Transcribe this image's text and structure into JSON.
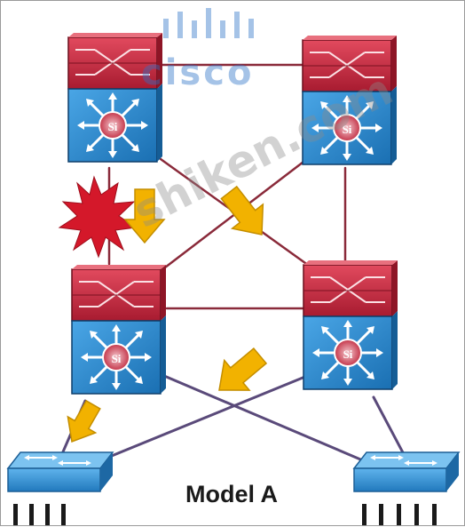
{
  "figure": {
    "caption": "Model A"
  },
  "watermarks": {
    "logo_text": "cisco",
    "site_text": "shiken.com"
  },
  "nodes": [
    {
      "id": "dist-left",
      "type": "multilayer-switch",
      "label": "Si"
    },
    {
      "id": "dist-right",
      "type": "multilayer-switch",
      "label": "Si"
    },
    {
      "id": "access-left",
      "type": "multilayer-switch",
      "label": "Si"
    },
    {
      "id": "access-right",
      "type": "multilayer-switch",
      "label": "Si"
    },
    {
      "id": "edge-left",
      "type": "workgroup-switch"
    },
    {
      "id": "edge-right",
      "type": "workgroup-switch"
    }
  ],
  "links": [
    {
      "from": "dist-left",
      "to": "dist-right",
      "status": "up"
    },
    {
      "from": "dist-left",
      "to": "access-left",
      "status": "failed"
    },
    {
      "from": "dist-left",
      "to": "access-right",
      "status": "up"
    },
    {
      "from": "dist-right",
      "to": "access-left",
      "status": "up"
    },
    {
      "from": "dist-right",
      "to": "access-right",
      "status": "up"
    },
    {
      "from": "access-left",
      "to": "access-right",
      "status": "up"
    },
    {
      "from": "access-left",
      "to": "edge-left",
      "status": "up"
    },
    {
      "from": "access-left",
      "to": "edge-right",
      "status": "up"
    },
    {
      "from": "access-right",
      "to": "edge-left",
      "status": "up"
    },
    {
      "from": "access-right",
      "to": "edge-right",
      "status": "up"
    }
  ],
  "colors": {
    "switch_top": "#c42a3e",
    "switch_body": "#2d8ed2",
    "link_line": "#6e5a7a",
    "arrow": "#f2b200",
    "failure_burst": "#d4182a"
  }
}
